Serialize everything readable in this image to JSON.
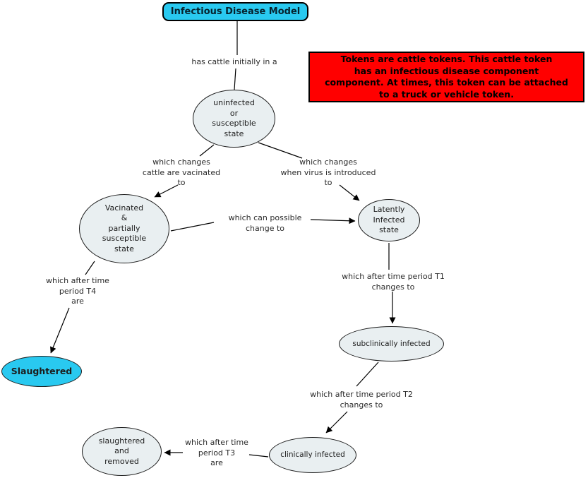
{
  "colors": {
    "cyan": "#29c9f0",
    "red": "#ff0000",
    "node_fill": "#e9eff1",
    "line": "#000000"
  },
  "title": {
    "label": "Infectious Disease Model"
  },
  "note": {
    "text": "Tokens are cattle tokens. This cattle token\nhas an infectious disease component\ncomponent. At times, this token can be attached\nto a truck or vehicle token."
  },
  "nodes": {
    "uninfected": {
      "label": "uninfected\nor\nsusceptible\nstate"
    },
    "vacinated": {
      "label": "Vacinated\n&\npartially\nsusceptible\nstate"
    },
    "latently": {
      "label": "Latently\nInfected\nstate"
    },
    "subclinically": {
      "label": "subclinically infected"
    },
    "slaughtered": {
      "label": "Slaughtered"
    },
    "clinically": {
      "label": "clinically infected"
    },
    "slaughtered_removed": {
      "label": "slaughtered\nand\nremoved"
    }
  },
  "links": {
    "initially": {
      "label": "has cattle initially in a"
    },
    "vacination": {
      "label": "which changes\ncattle are vacinated\nto"
    },
    "virus_introduced": {
      "label": "which changes\nwhen virus is introduced\nto"
    },
    "possible_change": {
      "label": "which can possible\nchange to"
    },
    "t4": {
      "label": "which after time\nperiod T4\nare"
    },
    "t1": {
      "label": "which after time period T1\nchanges to"
    },
    "t2": {
      "label": "which after time period T2\nchanges to"
    },
    "t3": {
      "label": "which after time\nperiod T3\nare"
    }
  }
}
